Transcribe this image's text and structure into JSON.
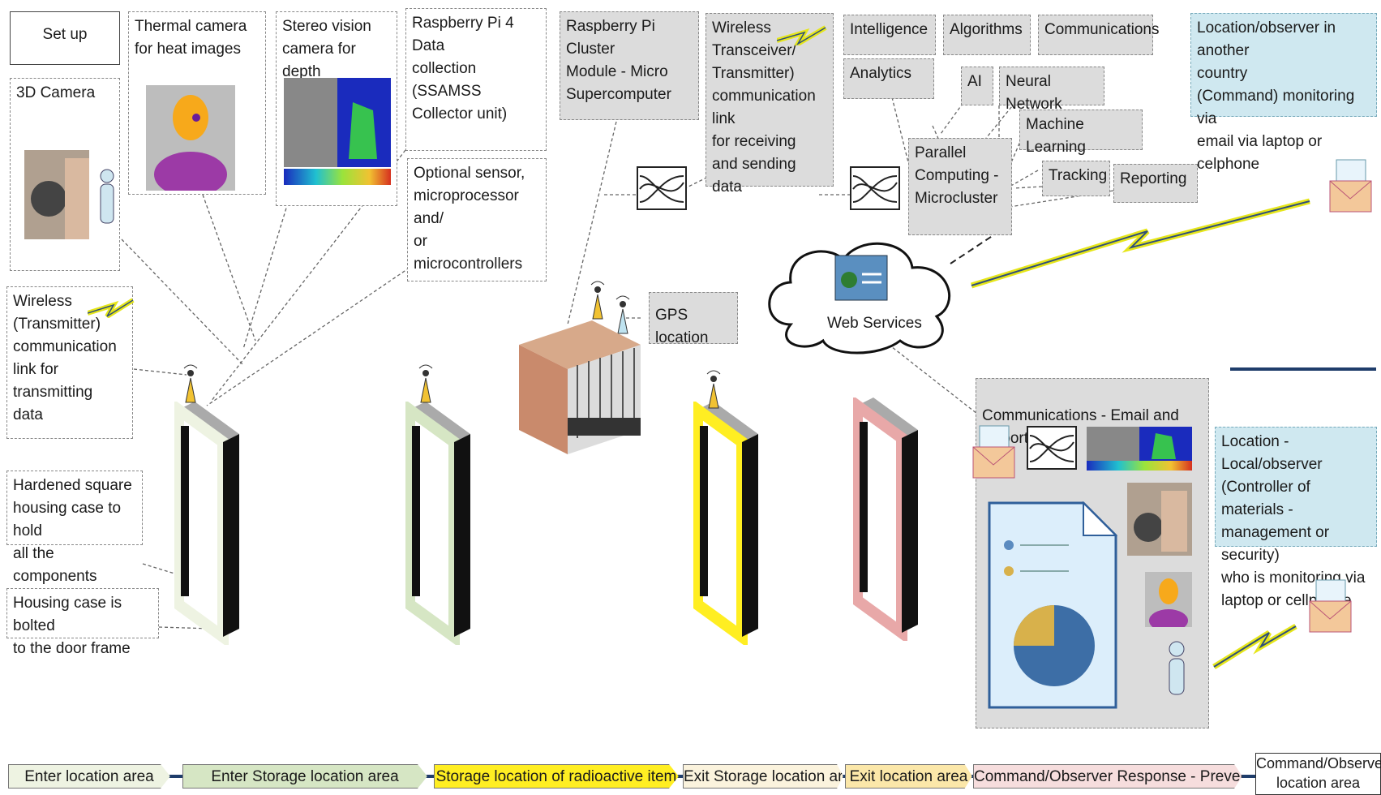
{
  "boxes": {
    "setup": "Set up",
    "thermal": "Thermal camera\nfor heat images",
    "stereo": "Stereo vision\ncamera for depth",
    "rpi4": "Raspberry Pi 4 Data\ncollection (SSAMSS\nCollector unit)",
    "optional": "Optional sensor,\nmicroprocessor and/\nor microcontrollers",
    "camera3d": "3D Camera",
    "wireless_tx": "Wireless\n(Transmitter)\ncommunication\nlink for\ntransmitting data",
    "hardened": "Hardened square\nhousing case to hold\nall the components",
    "bolted": "Housing case is bolted\nto the door frame",
    "cluster": "Raspberry Pi Cluster\nModule - Micro\nSupercomputer",
    "transceiver": "Wireless\nTransceiver/\nTransmitter)\ncommunication link\nfor receiving\nand sending data",
    "intelligence": "Intelligence",
    "algorithms": "Algorithms",
    "communications": "Communications",
    "analytics": "Analytics",
    "ai": "AI",
    "neural": "Neural Network",
    "ml": "Machine Learning",
    "parallel": "Parallel\nComputing -\nMicrocluster",
    "tracking": "Tracking",
    "reporting": "Reporting",
    "gps": "GPS location",
    "web": "Web Services",
    "remote": "Location/observer in another\ncountry\n(Command) monitoring via\nemail via laptop or celphone",
    "comm_email": "Communications - Email and Report",
    "local": "Location - Local/observer\n(Controller of materials -\nmanagement or security)\nwho is monitoring via\nlaptop or cellphone"
  },
  "timeline": [
    {
      "label": "Enter location area",
      "color": "#eef3e2"
    },
    {
      "label": "Enter Storage location area",
      "color": "#d6e6c4"
    },
    {
      "label": "Storage location of radioactive item",
      "color": "#ffee22"
    },
    {
      "label": "Exit Storage location area",
      "color": "#fbf3dd"
    },
    {
      "label": "Exit location area",
      "color": "#fbe7a9"
    },
    {
      "label": "Command/Observer Response - Prevention",
      "color": "#f6dddd"
    }
  ],
  "command_box": "Command/Observer\nlocation area",
  "frame_colors": [
    "#eef3e2",
    "#d6e6c4",
    "#ffee22",
    "#e8a8a8"
  ]
}
